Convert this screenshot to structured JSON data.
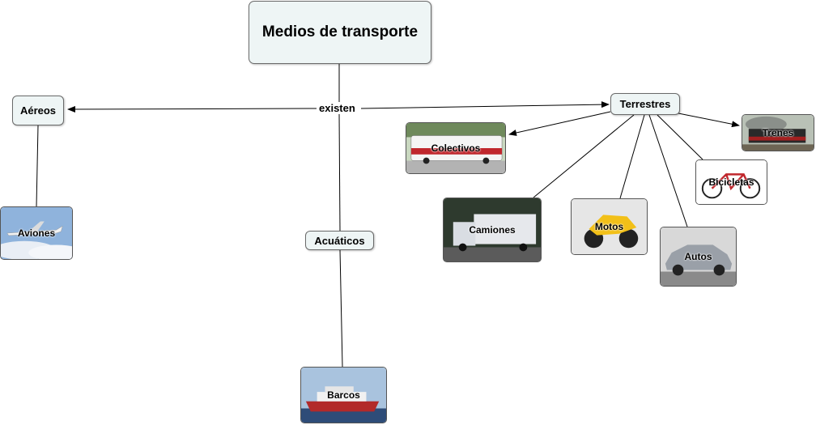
{
  "root": {
    "label": "Medios de transporte"
  },
  "linking_phrase": "existen",
  "categories": {
    "aereos": "Aéreos",
    "acuaticos": "Acuáticos",
    "terrestres": "Terrestres"
  },
  "leaves": {
    "aviones": "Aviones",
    "barcos": "Barcos",
    "colectivos": "Colectivos",
    "camiones": "Camiones",
    "motos": "Motos",
    "autos": "Autos",
    "bicicletas": "Bicicletas",
    "trenes": "Trenes"
  },
  "colors": {
    "node_fill": "#eef5f5",
    "node_border": "#6a6a6a",
    "line": "#000000"
  }
}
